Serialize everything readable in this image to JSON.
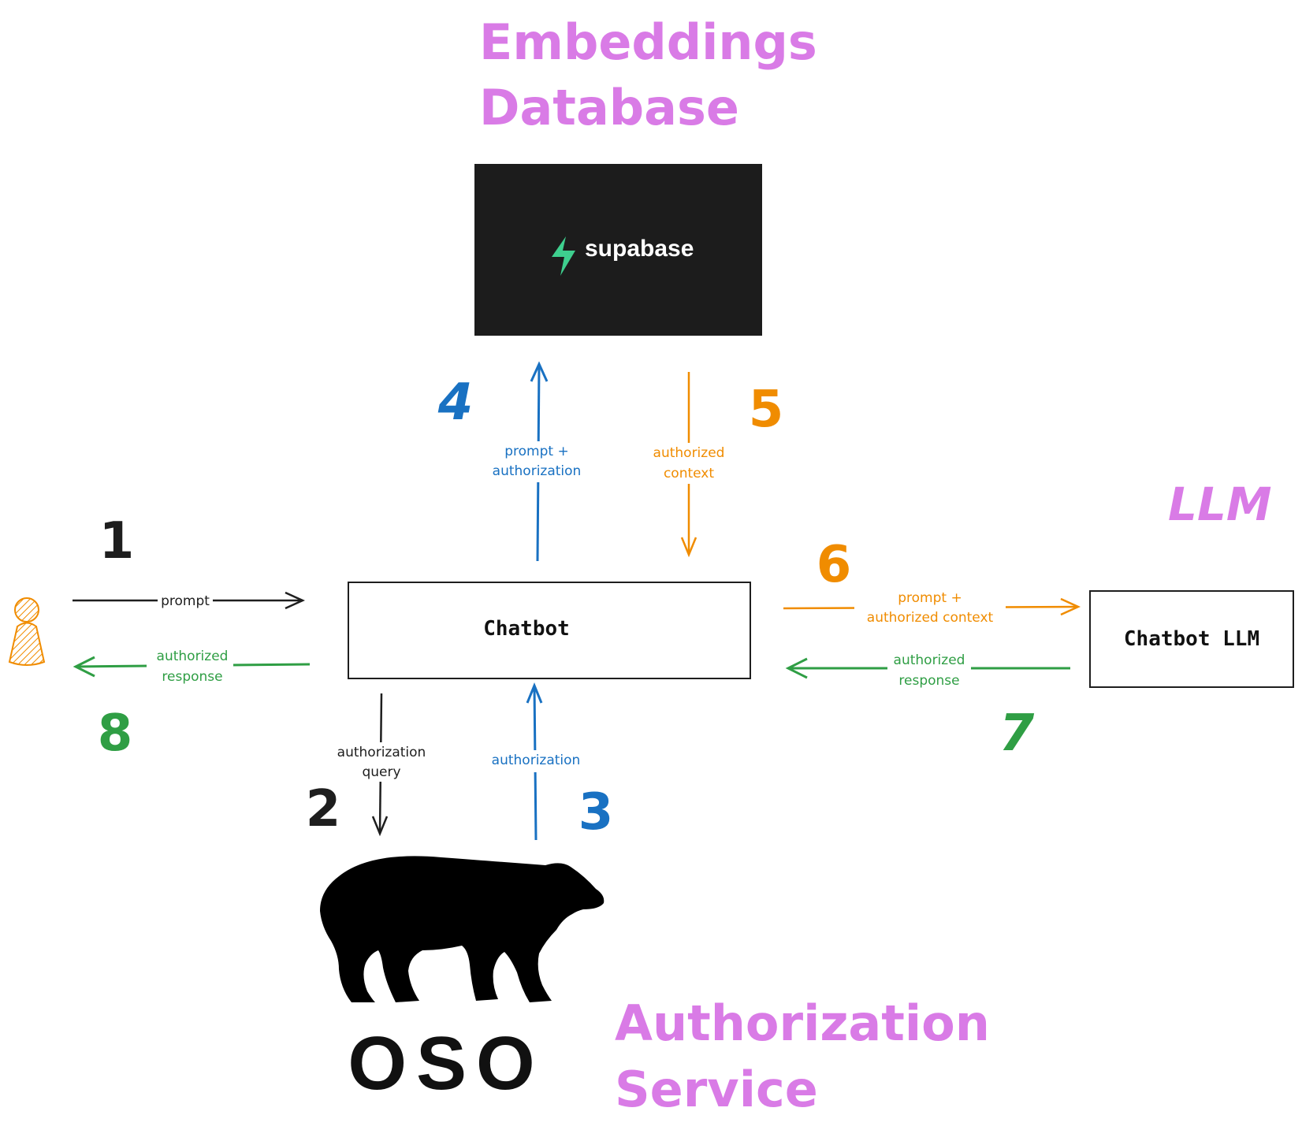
{
  "labels": {
    "embeddings_line1": "Embeddings",
    "embeddings_line2": "Database",
    "llm": "LLM",
    "auth_line1": "Authorization",
    "auth_line2": "Service"
  },
  "nodes": {
    "supabase_logo_text": "supabase",
    "chatbot": "Chatbot",
    "chatbot_llm": "Chatbot LLM",
    "oso_logo_text": "OSO"
  },
  "steps": {
    "s1": "1",
    "s2": "2",
    "s3": "3",
    "s4": "4",
    "s5": "5",
    "s6": "6",
    "s7": "7",
    "s8": "8"
  },
  "edges": {
    "prompt": "prompt",
    "authorized_response_user_line1": "authorized",
    "authorized_response_user_line2": "response",
    "authorization_query_line1": "authorization",
    "authorization_query_line2": "query",
    "authorization": "authorization",
    "prompt_authorization_line1": "prompt +",
    "prompt_authorization_line2": "authorization",
    "authorized_context_line1": "authorized",
    "authorized_context_line2": "context",
    "prompt_context_line1": "prompt +",
    "prompt_context_line2": "authorized context",
    "authorized_response_llm_line1": "authorized",
    "authorized_response_llm_line2": "response"
  },
  "colors": {
    "title": "#d97be6",
    "black": "#1e1e1e",
    "blue": "#1971c2",
    "orange": "#f08c00",
    "green": "#2f9e44",
    "supabase_bg": "#1c1c1c",
    "supabase_green": "#3ecf8e",
    "user_fill": "#ffc078",
    "user_stroke": "#f08c00"
  },
  "icons": {
    "user": "user-icon",
    "supabase": "supabase-bolt-icon",
    "oso": "bear-icon"
  }
}
